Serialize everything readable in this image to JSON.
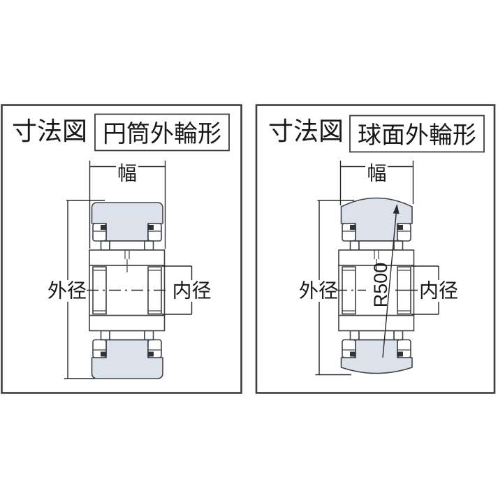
{
  "figure": {
    "description_colors": {
      "ring_fill": "#dbe2eb",
      "line": "#3f4348",
      "dim_line": "#26282b",
      "text": "#17181a",
      "background": "#ffffff"
    },
    "panels": [
      {
        "title": "寸法図",
        "type_label": "円筒外輪形",
        "width_label": "幅",
        "outer_diameter_label": "外径",
        "inner_diameter_label": "内径"
      },
      {
        "title": "寸法図",
        "type_label": "球面外輪形",
        "width_label": "幅",
        "outer_diameter_label": "外径",
        "inner_diameter_label": "内径",
        "radius_label": "R500"
      }
    ]
  }
}
